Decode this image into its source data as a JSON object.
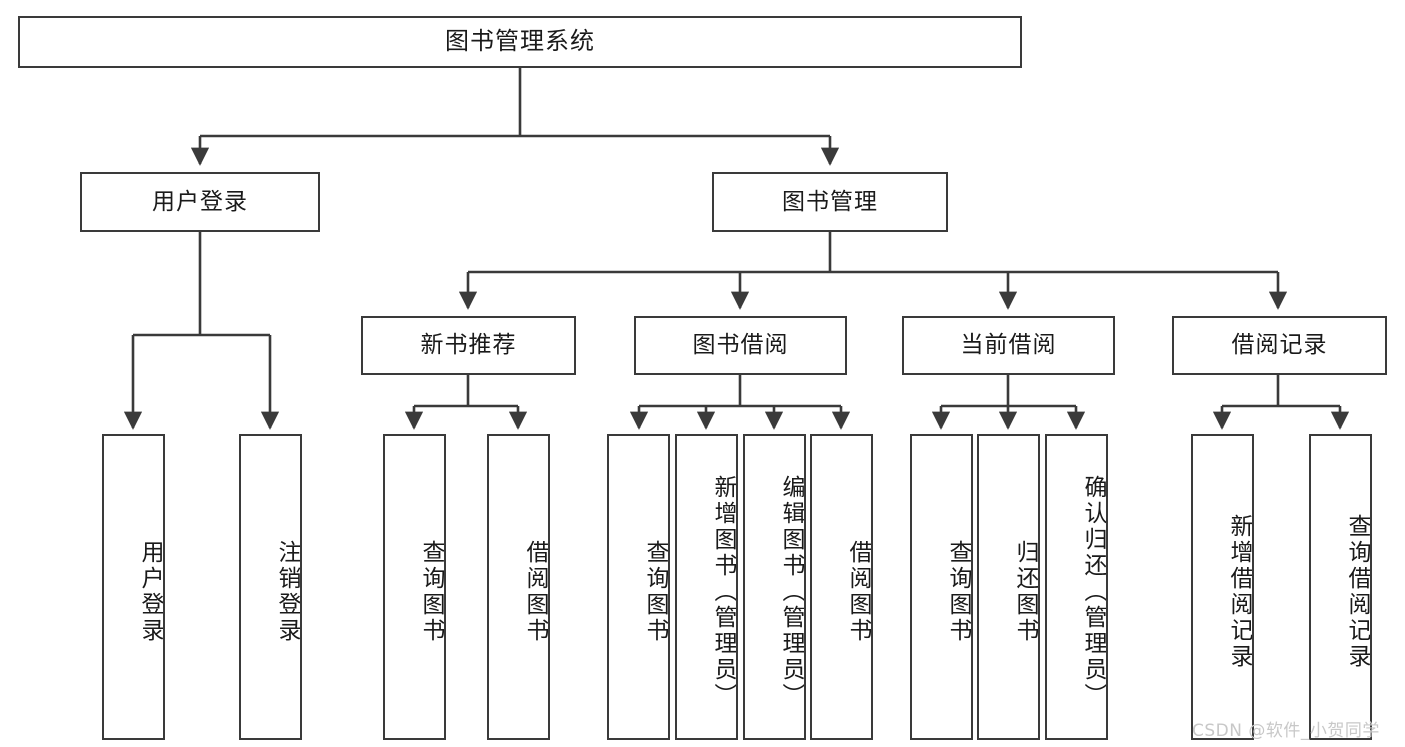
{
  "diagram": {
    "title": "图书管理系统",
    "type": "tree-hierarchy-diagram",
    "root": {
      "label": "图书管理系统"
    },
    "level2": [
      {
        "label": "用户登录"
      },
      {
        "label": "图书管理"
      }
    ],
    "level3": [
      {
        "label": "新书推荐"
      },
      {
        "label": "图书借阅"
      },
      {
        "label": "当前借阅"
      },
      {
        "label": "借阅记录"
      }
    ],
    "leaves": {
      "user_login": [
        {
          "label": "用户登录"
        },
        {
          "label": "注销登录"
        }
      ],
      "new_book_recommend": [
        {
          "label": "查询图书"
        },
        {
          "label": "借阅图书"
        }
      ],
      "book_borrow": [
        {
          "label": "查询图书"
        },
        {
          "label": "新增图书（管理员）"
        },
        {
          "label": "编辑图书（管理员）"
        },
        {
          "label": "借阅图书"
        }
      ],
      "current_borrow": [
        {
          "label": "查询图书"
        },
        {
          "label": "归还图书"
        },
        {
          "label": "确认归还（管理员）"
        }
      ],
      "borrow_record": [
        {
          "label": "新增借阅记录"
        },
        {
          "label": "查询借阅记录"
        }
      ]
    }
  },
  "watermark": {
    "text": "CSDN @软件_小贺同学"
  },
  "colors": {
    "stroke": "#3a3a3a",
    "box_fill": "#ffffff",
    "text": "#1a1a1a",
    "watermark": "#c8c8c8",
    "background": "#ffffff"
  }
}
